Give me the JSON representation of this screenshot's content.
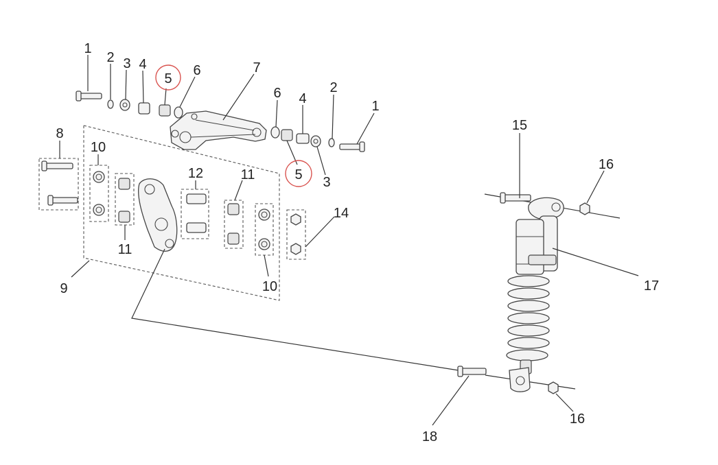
{
  "labels": {
    "l1a": "1",
    "l2a": "2",
    "l3a": "3",
    "l4a": "4",
    "l5a": "5",
    "l6a": "6",
    "l7": "7",
    "l6b": "6",
    "l4b": "4",
    "l2b": "2",
    "l1b": "1",
    "l5b": "5",
    "l3b": "3",
    "l8": "8",
    "l10a": "10",
    "l11a": "11",
    "l12": "12",
    "l11b": "11",
    "l10b": "10",
    "l14": "14",
    "l9": "9",
    "l15": "15",
    "l16a": "16",
    "l17": "17",
    "l18": "18",
    "l16b": "16"
  },
  "highlight_color": "#d9534f",
  "icons": [
    "circled-label-icon"
  ]
}
